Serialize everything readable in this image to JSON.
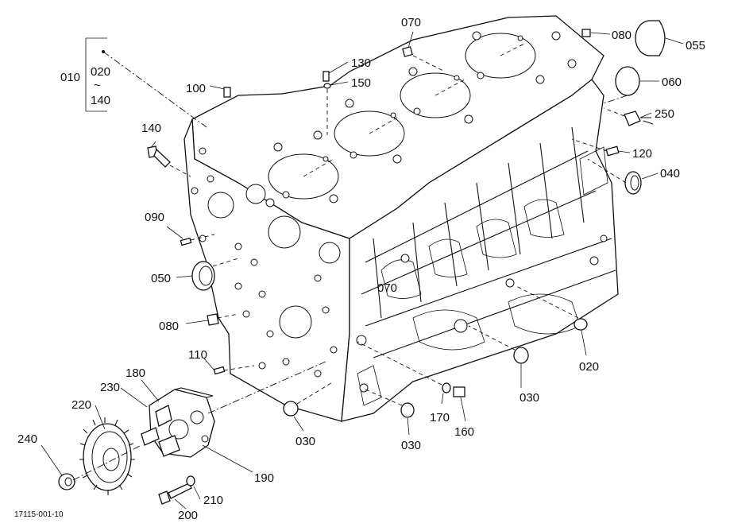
{
  "figure_id": "17115-001-10",
  "callouts": {
    "p010": "010",
    "p020": "020",
    "p140_group": "140",
    "p020_group_tilde": "~",
    "p100": "100",
    "p130": "130",
    "p150": "150",
    "p070_top": "070",
    "p080_top": "080",
    "p055": "055",
    "p060": "060",
    "p250": "250",
    "p120": "120",
    "p040": "040",
    "p140": "140",
    "p090": "090",
    "p050": "050",
    "p070_mid": "070",
    "p080_left": "080",
    "p110": "110",
    "p020_right": "020",
    "p030_right": "030",
    "p170": "170",
    "p160": "160",
    "p030_mid": "030",
    "p030_left": "030",
    "p180": "180",
    "p230": "230",
    "p220": "220",
    "p240": "240",
    "p190": "190",
    "p210": "210",
    "p200": "200"
  }
}
